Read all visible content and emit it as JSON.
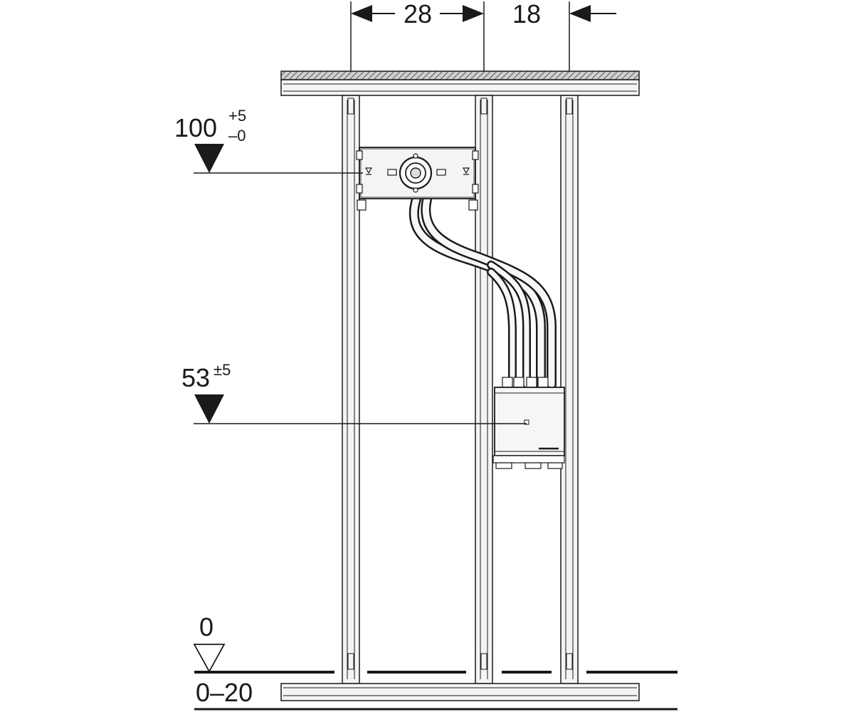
{
  "dimensions": {
    "top_left": "28",
    "top_right": "18"
  },
  "levels": {
    "upper": {
      "value": "100",
      "tol_plus": "+5",
      "tol_minus": "–0"
    },
    "middle": {
      "value": "53",
      "tol": "±5"
    },
    "floor": {
      "value": "0"
    },
    "subfloor": {
      "value": "0–20"
    }
  },
  "colors": {
    "line": "#1a1a1a",
    "profile_fill": "#f1f1f1",
    "hatch": "#3a3a3a"
  }
}
